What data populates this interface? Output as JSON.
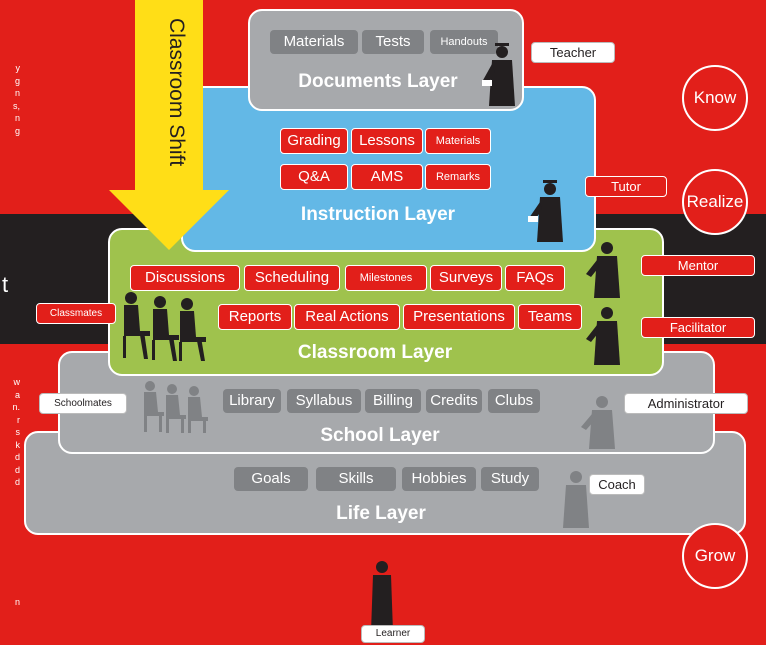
{
  "side_text": {
    "top": [
      "y",
      "g",
      "n",
      "s,",
      "n",
      "g"
    ],
    "big_letter": "t",
    "bottom": [
      "w",
      "a",
      "n.",
      "r",
      "s",
      "k",
      "d",
      "d",
      "d"
    ],
    "last": "n"
  },
  "arrow": {
    "label": "Classroom Shift"
  },
  "layers": {
    "documents": {
      "title": "Documents Layer",
      "items": [
        "Materials",
        "Tests",
        "Handouts"
      ]
    },
    "instruction": {
      "title": "Instruction Layer",
      "row1": [
        "Grading",
        "Lessons",
        "Materials"
      ],
      "row2": [
        "Q&A",
        "AMS",
        "Remarks"
      ]
    },
    "classroom": {
      "title": "Classroom Layer",
      "row1": [
        "Discussions",
        "Scheduling",
        "Milestones",
        "Surveys",
        "FAQs"
      ],
      "row2": [
        "Reports",
        "Real Actions",
        "Presentations",
        "Teams"
      ]
    },
    "school": {
      "title": "School Layer",
      "items": [
        "Library",
        "Syllabus",
        "Billing",
        "Credits",
        "Clubs"
      ]
    },
    "life": {
      "title": "Life Layer",
      "items": [
        "Goals",
        "Skills",
        "Hobbies",
        "Study"
      ]
    }
  },
  "roles": {
    "teacher": "Teacher",
    "tutor": "Tutor",
    "mentor": "Mentor",
    "facilitator": "Facilitator",
    "administrator": "Administrator",
    "coach": "Coach",
    "classmates": "Classmates",
    "schoolmates": "Schoolmates",
    "learner": "Learner"
  },
  "stages": [
    "Know",
    "Realize",
    "Grow"
  ],
  "colors": {
    "background": "#e21f1a",
    "band": "#231f20",
    "instruction": "#63b8e6",
    "classroom": "#9fc24d",
    "gray_layer": "#a7a9ac",
    "arrow": "#ffde17"
  }
}
